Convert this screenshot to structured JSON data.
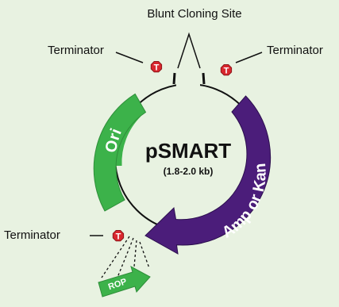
{
  "title": "pSMART",
  "size_text": "(1.8-2.0 kb)",
  "cloning_site_label": "Blunt Cloning Site",
  "terminator_label": "Terminator",
  "terminator_symbol": "T",
  "features": {
    "ori": "Ori",
    "amp_kan": "Amp or Kan",
    "rop": "ROP"
  },
  "colors": {
    "background": "#e8f2e1",
    "ori": "#3cb24a",
    "amp_kan": "#4b1d7a",
    "rop": "#3cb24a",
    "terminator": "#d9272e",
    "backbone": "#111111"
  }
}
